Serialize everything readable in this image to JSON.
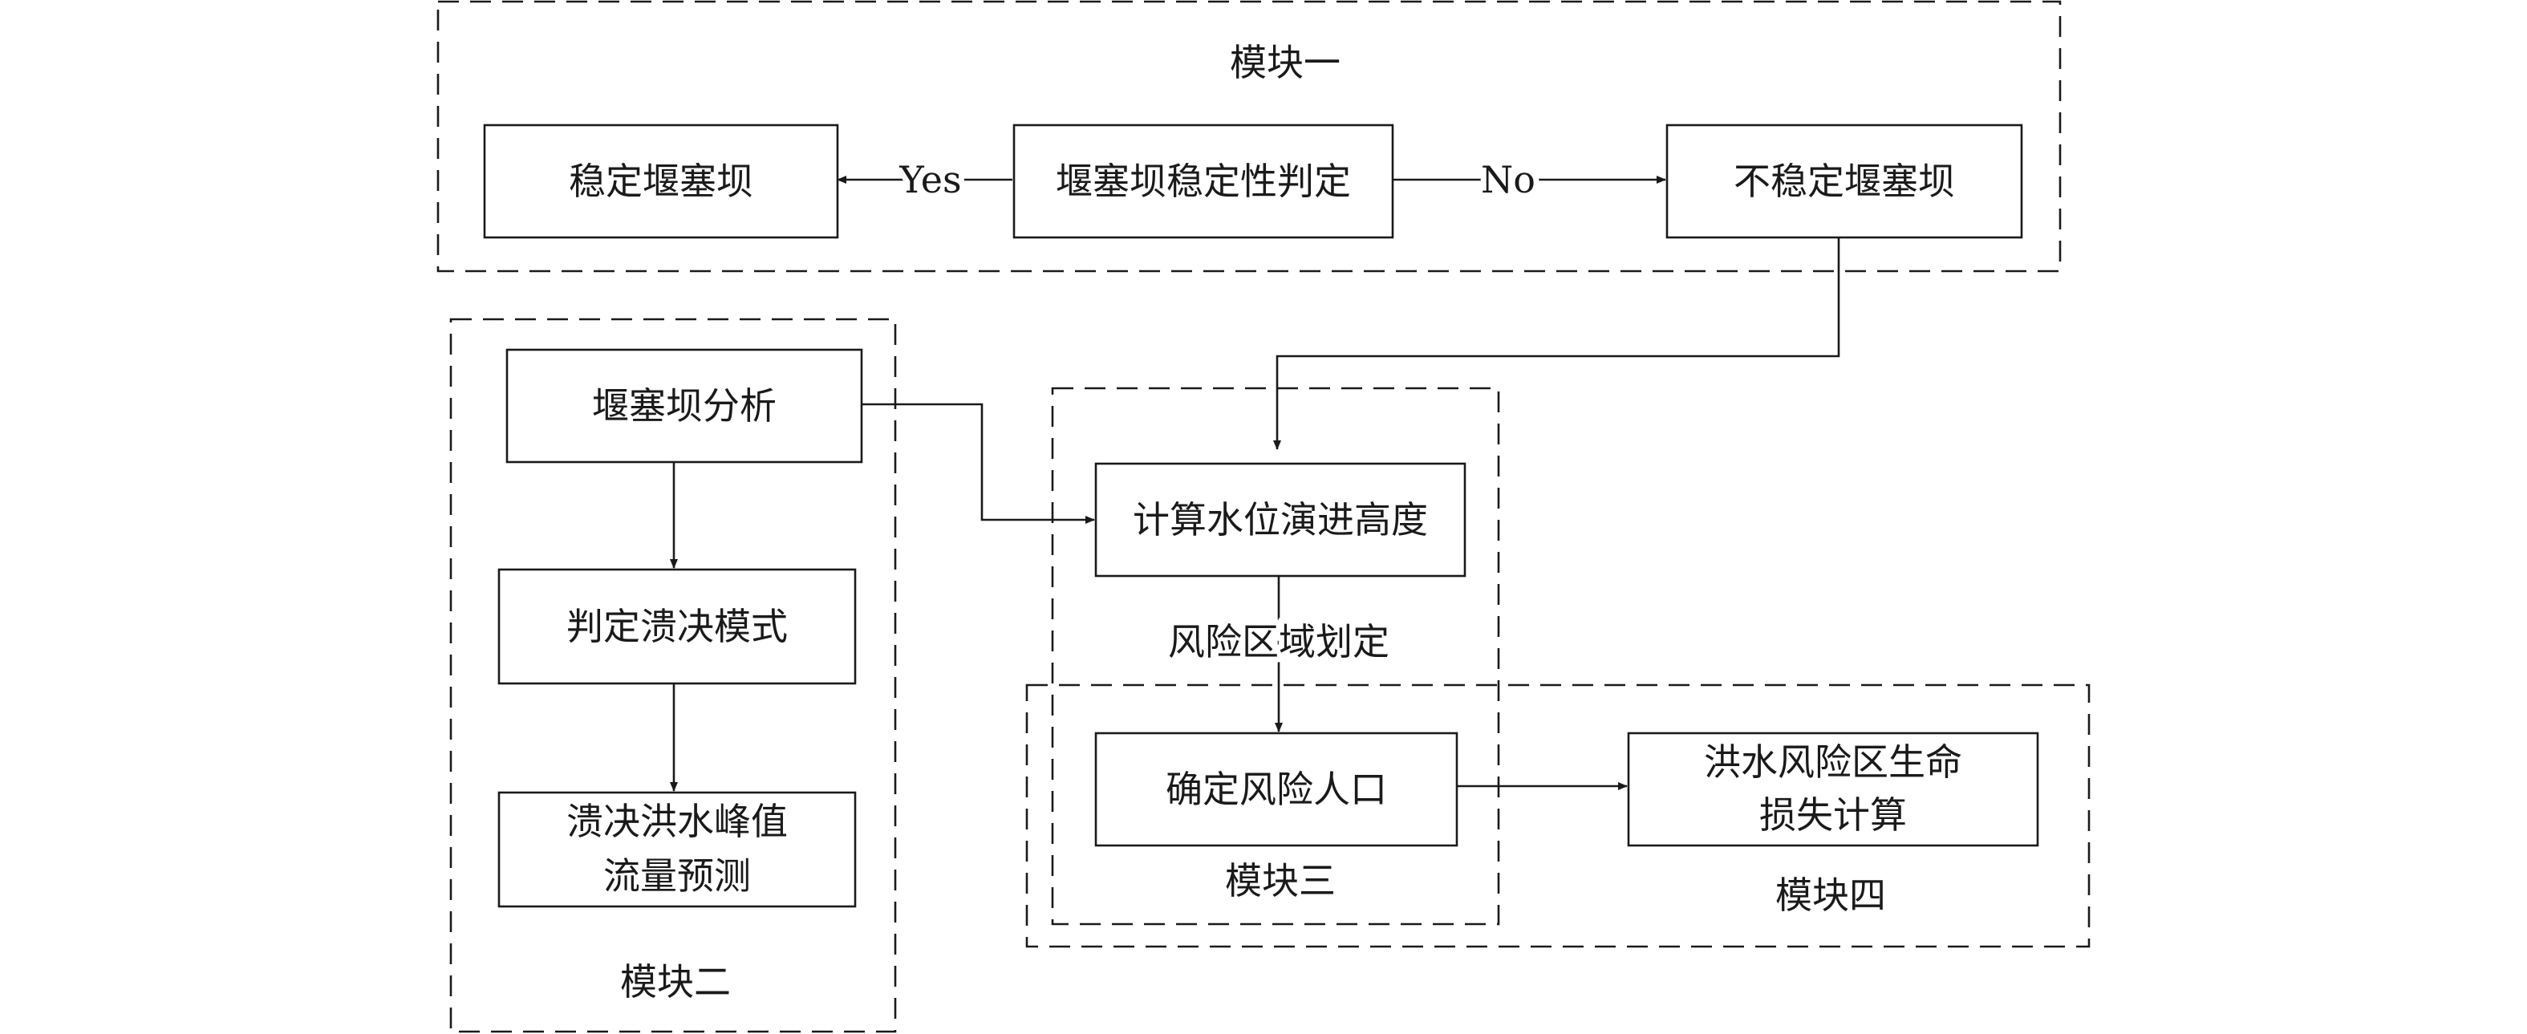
{
  "module1": {
    "title": "模块一",
    "center_box": "堰塞坝稳定性判定",
    "left_box": "稳定堰塞坝",
    "right_box": "不稳定堰塞坝",
    "yes_label": "Yes",
    "no_label": "No"
  },
  "module2": {
    "title": "模块二",
    "box1": "堰塞坝分析",
    "box2": "判定溃决模式",
    "box3_line1": "溃决洪水峰值",
    "box3_line2": "流量预测"
  },
  "module3": {
    "title": "模块三",
    "box1": "计算水位演进高度",
    "edge_label": "风险区域划定",
    "box2": "确定风险人口"
  },
  "module4": {
    "title": "模块四",
    "box_line1": "洪水风险区生命",
    "box_line2": "损失计算"
  }
}
